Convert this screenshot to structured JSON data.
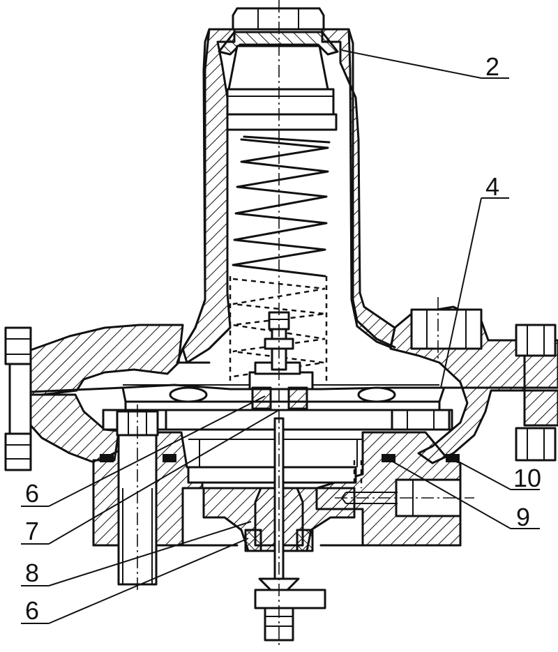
{
  "diagram": {
    "callouts": [
      {
        "id": "callout-2",
        "text": "2"
      },
      {
        "id": "callout-4",
        "text": "4"
      },
      {
        "id": "callout-6-upper",
        "text": "6"
      },
      {
        "id": "callout-7",
        "text": "7"
      },
      {
        "id": "callout-8",
        "text": "8"
      },
      {
        "id": "callout-6-lower",
        "text": "6"
      },
      {
        "id": "callout-10",
        "text": "10"
      },
      {
        "id": "callout-9",
        "text": "9"
      }
    ]
  }
}
